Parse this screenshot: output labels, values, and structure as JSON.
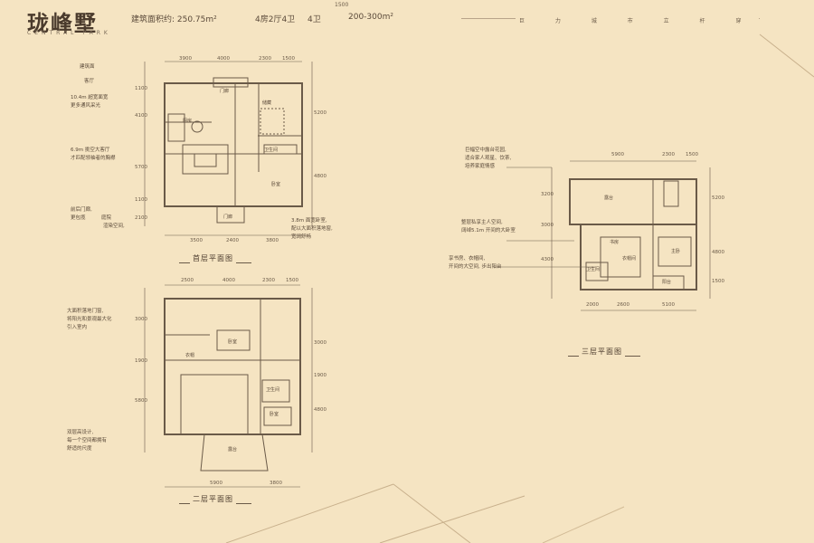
{
  "header": {
    "title": "珑峰墅",
    "subtitle": "CENTRAL PARK",
    "area": "建筑面积约: 250.75m²",
    "rooms": "4房2厅4卫",
    "baths": "4卫",
    "garden": "200-300m²",
    "top_dim": "1500",
    "slogan": "巨 力 城 市 立 杆 穿"
  },
  "plan1": {
    "label": "首层平面图",
    "notes": [
      "建筑面",
      "客厅",
      "10.4m 超宽面宽",
      "更多通风采光",
      "6.9m 挑空大客厅",
      "才匹配领袖者的胸襟",
      "前后门廊,",
      "更包揽",
      "庭院",
      "渲染空间,",
      "3.8m 面宽卧室,",
      "配以大面积落地窗,",
      "宽阔舒畅"
    ],
    "rooms": [
      "厨房",
      "门廊",
      "储藏",
      "卫生间",
      "卧室",
      "门廊"
    ],
    "dims_top": [
      "3900",
      "4000",
      "2300",
      "1500"
    ],
    "dims_bottom": [
      "3500",
      "2400",
      "3800"
    ],
    "dims_left": [
      "1100",
      "4100",
      "5700",
      "1100",
      "2100"
    ],
    "dims_right": [
      "5200",
      "4800"
    ]
  },
  "plan2": {
    "label": "二层平面图",
    "notes": [
      "大面积落地门窗,",
      "将阳光和景观最大化",
      "引入室内",
      "双层高设计,",
      "每一个空间都拥有",
      "舒适的尺度"
    ],
    "rooms": [
      "卧室",
      "衣帽",
      "卫生间",
      "卧室",
      "露台"
    ],
    "dims_top": [
      "2500",
      "4000",
      "2300",
      "1500"
    ],
    "dims_bottom": [
      "5900",
      "3800"
    ],
    "dims_left": [
      "3000",
      "1900",
      "5800"
    ],
    "dims_right": [
      "3000",
      "1900",
      "4800"
    ]
  },
  "plan3": {
    "label": "三层平面图",
    "notes": [
      "巨幅空中露台花园,",
      "适合家人观星、饮茶,",
      "培养家庭情感",
      "整层私享主人空间,",
      "阔绰5.1m 开间的大卧室",
      "享书房、衣帽间,",
      "开间的大空间,  步出阳台"
    ],
    "rooms": [
      "露台",
      "书房",
      "衣帽间",
      "卫生间",
      "主卧",
      "阳台"
    ],
    "dims_top": [
      "5900",
      "2300",
      "1500"
    ],
    "dims_bottom": [
      "2000",
      "2600",
      "5100"
    ],
    "dims_left": [
      "3200",
      "3000",
      "4300"
    ],
    "dims_right": [
      "5200",
      "4800",
      "1500"
    ]
  },
  "colors": {
    "background": "#f5e4c2",
    "wall": "#6a5a48",
    "text": "#5b4a3a"
  }
}
